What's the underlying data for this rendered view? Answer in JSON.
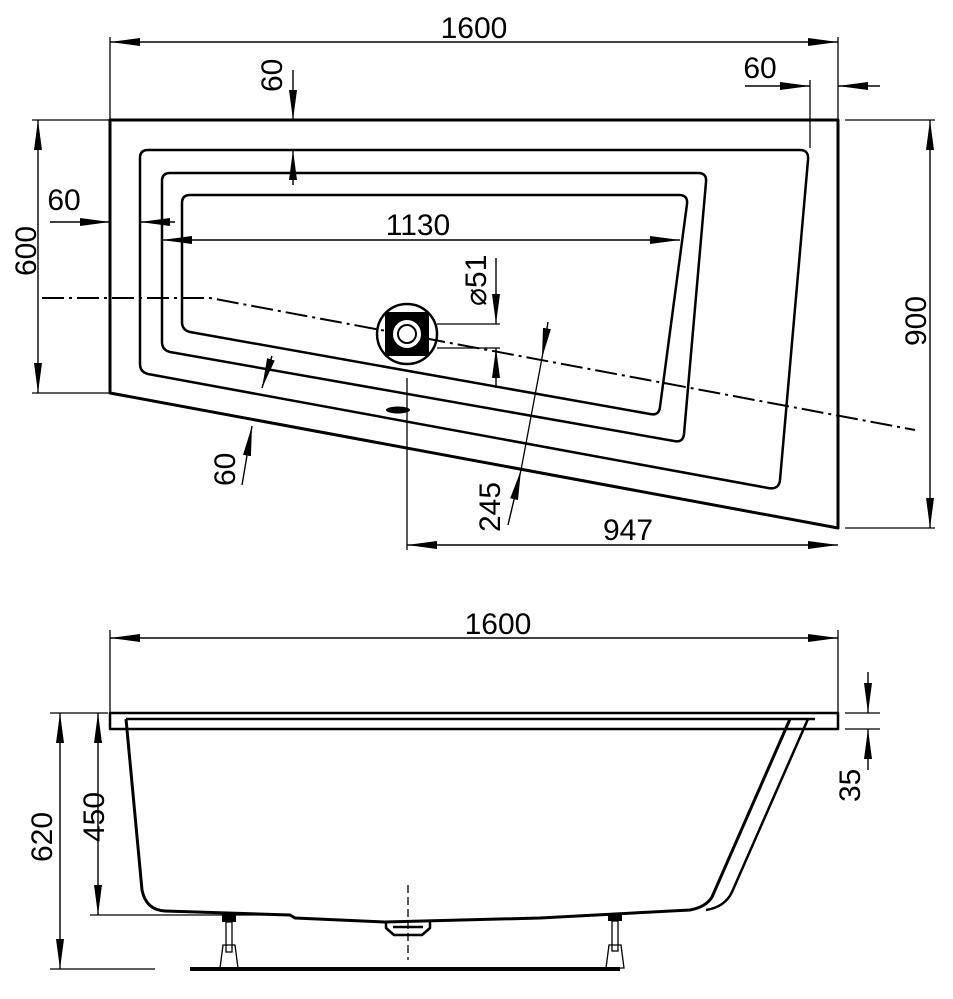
{
  "top_view": {
    "overall_length": "1600",
    "rim_top": "60",
    "rim_right": "60",
    "narrow_width": "600",
    "rim_left": "60",
    "inner_length": "1130",
    "drain_diameter": "⌀51",
    "wide_width": "900",
    "rim_bottom": "60",
    "drain_offset": "245",
    "drain_to_end": "947"
  },
  "side_view": {
    "overall_length": "1600",
    "total_height": "620",
    "depth": "450",
    "rim_thickness": "35"
  }
}
